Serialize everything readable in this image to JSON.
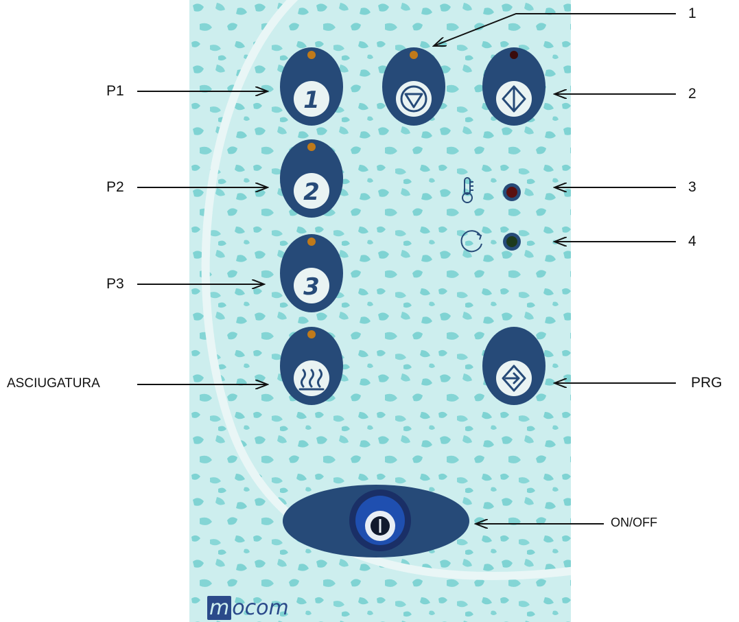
{
  "brand": {
    "logo_first": "m",
    "logo_rest": "ocom"
  },
  "buttons": {
    "p1_symbol": "1",
    "p2_symbol": "2",
    "p3_symbol": "3"
  },
  "labels": {
    "p1": "P1",
    "p2": "P2",
    "p3": "P3",
    "asciugatura": "ASCIUGATURA",
    "one": "1",
    "two": "2",
    "three": "3",
    "four": "4",
    "prg": "PRG",
    "onoff": "ON/OFF"
  },
  "colors": {
    "panel_bg": "#cdeeee",
    "speckle": "#7fd3d3",
    "button_navy": "#264a78",
    "led_amber": "#c07a1a",
    "led_red": "#5a1010",
    "led_green": "#1d3a1d",
    "symbol_circle": "#e9f3f3"
  }
}
